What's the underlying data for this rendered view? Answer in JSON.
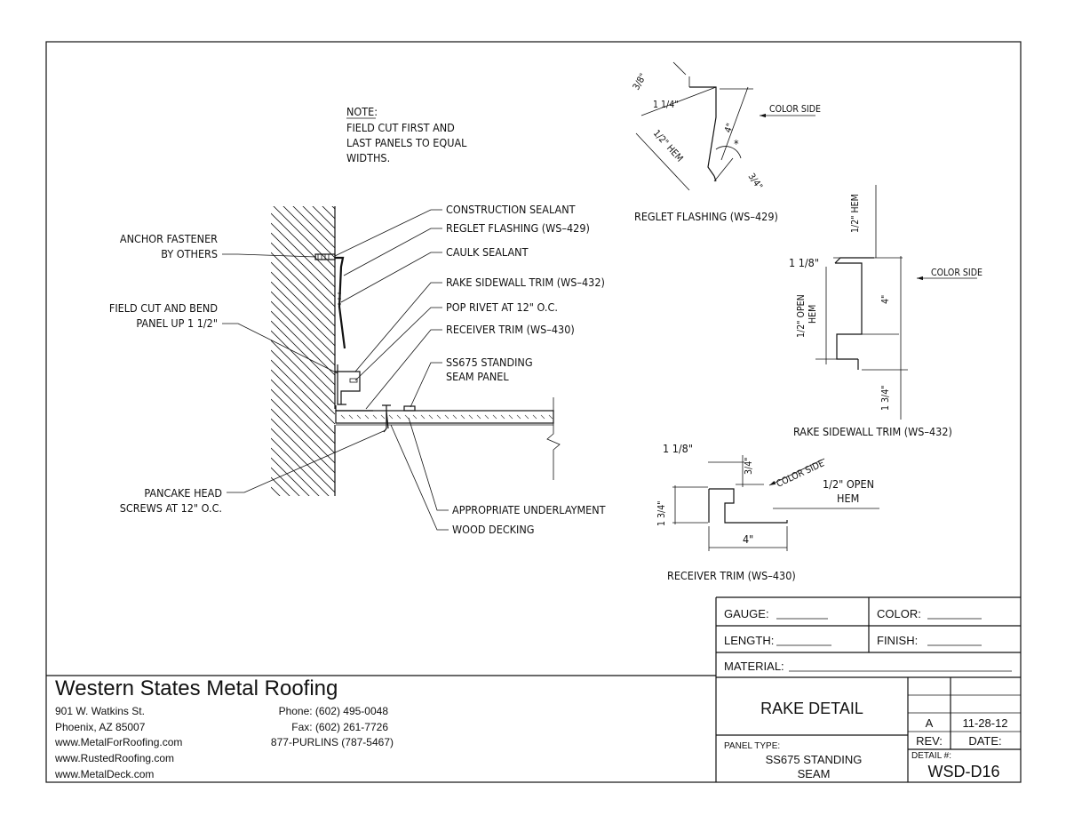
{
  "note": {
    "heading": "NOTE:",
    "lines": [
      "FIELD CUT FIRST AND",
      "LAST PANELS TO EQUAL",
      "WIDTHS."
    ]
  },
  "callouts_right": {
    "construction_sealant": "CONSTRUCTION SEALANT",
    "reglet_flashing": "REGLET FLASHING (WS–429)",
    "caulk_sealant": "CAULK SEALANT",
    "rake_sidewall_trim": "RAKE SIDEWALL TRIM (WS–432)",
    "pop_rivet": "POP RIVET AT 12\" O.C.",
    "receiver_trim": "RECEIVER TRIM (WS–430)",
    "ss675_line1": "SS675 STANDING",
    "ss675_line2": "SEAM PANEL",
    "underlayment": "APPROPRIATE UNDERLAYMENT",
    "wood_decking": "WOOD DECKING"
  },
  "callouts_left": {
    "anchor_line1": "ANCHOR FASTENER",
    "anchor_line2": "BY OTHERS",
    "field_cut_line1": "FIELD CUT AND BEND",
    "field_cut_line2": "PANEL UP 1 1/2\"",
    "pancake_line1": "PANCAKE HEAD",
    "pancake_line2": "SCREWS AT 12\" O.C."
  },
  "reglet_detail": {
    "title": "REGLET FLASHING (WS–429)",
    "dim_3_8": "3/8\"",
    "dim_1_1_4": "1 1/4\"",
    "dim_4": "4\"",
    "dim_half_hem": "1/2\" HEM",
    "dim_3_4": "3/4\"",
    "star": "*",
    "color_side": "COLOR SIDE"
  },
  "rake_detail": {
    "title": "RAKE SIDEWALL TRIM (WS–432)",
    "dim_half_hem": "1/2\" HEM",
    "dim_1_1_8": "1 1/8\"",
    "dim_4": "4\"",
    "dim_open_hem_1": "1/2\" OPEN",
    "dim_open_hem_2": "HEM",
    "dim_1_3_4": "1 3/4\"",
    "color_side": "COLOR SIDE"
  },
  "receiver_detail": {
    "title": "RECEIVER TRIM (WS–430)",
    "dim_1_1_8": "1 1/8\"",
    "dim_3_4": "3/4\"",
    "dim_1_3_4": "1 3/4\"",
    "dim_4": "4\"",
    "dim_open_hem_1": "1/2\" OPEN",
    "dim_open_hem_2": "HEM",
    "color_side": "COLOR SIDE"
  },
  "title_block": {
    "gauge_label": "GAUGE:",
    "color_label": "COLOR:",
    "length_label": "LENGTH:",
    "finish_label": "FINISH:",
    "material_label": "MATERIAL:",
    "detail_title": "RAKE  DETAIL",
    "panel_type_label": "PANEL TYPE:",
    "panel_type_line1": "SS675 STANDING",
    "panel_type_line2": "SEAM",
    "rev_value": "A",
    "date_value": "11-28-12",
    "rev_label": "REV:",
    "date_label": "DATE:",
    "detail_no_label": "DETAIL #:",
    "detail_no": "WSD-D16"
  },
  "company": {
    "name": "Western States Metal Roofing",
    "address1": "901 W. Watkins St.",
    "address2": "Phoenix, AZ 85007",
    "web1": "www.MetalForRoofing.com",
    "web2": "www.RustedRoofing.com",
    "web3": "www.MetalDeck.com",
    "phone": "Phone: (602) 495-0048",
    "fax": "Fax: (602) 261-7726",
    "tollfree": "877-PURLINS (787-5467)"
  }
}
